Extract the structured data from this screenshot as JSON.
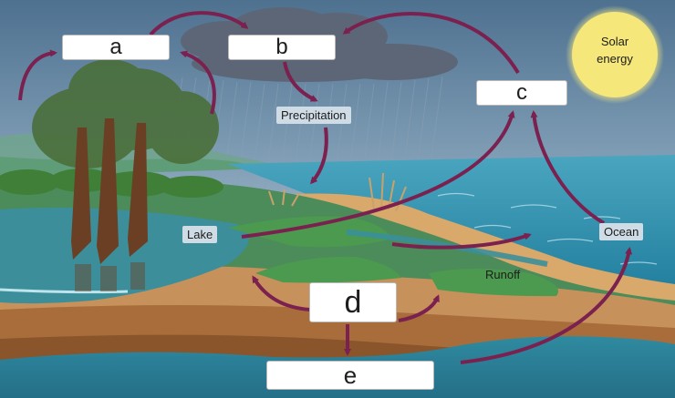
{
  "boxes": {
    "a": "a",
    "b": "b",
    "c": "c",
    "d": "d",
    "e": "e"
  },
  "labels": {
    "precipitation": "Precipitation",
    "lake": "Lake",
    "ocean": "Ocean",
    "runoff": "Runoff"
  },
  "sun": {
    "line1": "Solar",
    "line2": "energy"
  },
  "colors": {
    "arrow": "#7b2150",
    "sky_top": "#4f7392",
    "sun": "#f6e77a",
    "ocean": "#3a9bb5",
    "lake": "#3c8f9a",
    "soil": "#c7915b"
  }
}
